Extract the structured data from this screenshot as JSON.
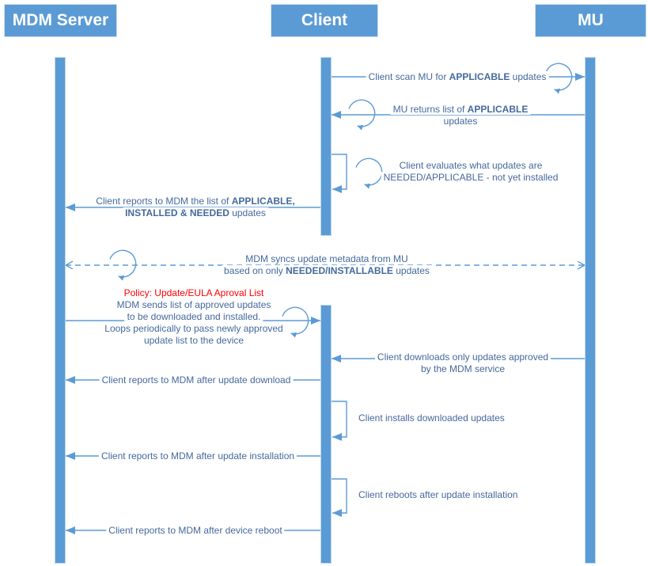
{
  "actors": [
    {
      "id": "mdm",
      "label": "MDM Server"
    },
    {
      "id": "client",
      "label": "Client"
    },
    {
      "id": "mu",
      "label": "MU"
    }
  ],
  "colors": {
    "primary": "#5B9BD5",
    "bar_border": "#BDD7EE",
    "text": "#44699C",
    "policy_red": "#FF0000",
    "background": "#FFFFFF"
  },
  "messages": [
    {
      "id": "scan",
      "from": "client",
      "to": "mu",
      "style": "solid",
      "loop_icon": true,
      "lines": [
        [
          {
            "t": "Client scan MU for "
          },
          {
            "t": "APPLICABLE",
            "b": true
          },
          {
            "t": " updates"
          }
        ]
      ]
    },
    {
      "id": "return-applicable",
      "from": "mu",
      "to": "client",
      "style": "solid",
      "loop_icon": true,
      "lines": [
        [
          {
            "t": "MU returns list of "
          },
          {
            "t": "APPLICABLE",
            "b": true
          }
        ],
        [
          {
            "t": "updates"
          }
        ]
      ]
    },
    {
      "id": "evaluate",
      "from": "client",
      "to": "client",
      "style": "self",
      "loop_icon": true,
      "lines": [
        [
          {
            "t": "Client evaluates what updates are"
          }
        ],
        [
          {
            "t": "NEEDED/APPLICABLE - not yet installed"
          }
        ]
      ]
    },
    {
      "id": "report-list",
      "from": "client",
      "to": "mdm",
      "style": "solid",
      "loop_icon": false,
      "lines": [
        [
          {
            "t": "Client reports to MDM the list of "
          },
          {
            "t": "APPLICABLE,",
            "b": true
          }
        ],
        [
          {
            "t": "INSTALLED & NEEDED",
            "b": true
          },
          {
            "t": " updates"
          }
        ]
      ]
    },
    {
      "id": "sync",
      "from": "mdm",
      "to": "mu",
      "style": "dashed-bidirectional",
      "loop_icon": true,
      "lines": [
        [
          {
            "t": "MDM syncs update metadata from MU"
          }
        ],
        [
          {
            "t": "based on only "
          },
          {
            "t": "NEEDED/INSTALLABLE",
            "b": true
          },
          {
            "t": " updates"
          }
        ]
      ]
    },
    {
      "id": "policy",
      "from": "mdm",
      "to": "client",
      "style": "solid",
      "loop_icon": true,
      "heading": "Policy: Update/EULA Aproval List",
      "lines": [
        [
          {
            "t": "MDM sends list of approved updates"
          }
        ],
        [
          {
            "t": "to be downloaded and installed."
          }
        ],
        [
          {
            "t": "Loops periodically to pass newly approved"
          }
        ],
        [
          {
            "t": "update list to the device"
          }
        ]
      ]
    },
    {
      "id": "download",
      "from": "mu",
      "to": "client",
      "style": "solid",
      "loop_icon": false,
      "lines": [
        [
          {
            "t": "Client downloads only updates approved"
          }
        ],
        [
          {
            "t": "by the MDM service"
          }
        ]
      ]
    },
    {
      "id": "report-download",
      "from": "client",
      "to": "mdm",
      "style": "solid",
      "loop_icon": false,
      "lines": [
        [
          {
            "t": "Client reports to MDM after update download"
          }
        ]
      ]
    },
    {
      "id": "install",
      "from": "client",
      "to": "client",
      "style": "self",
      "loop_icon": false,
      "lines": [
        [
          {
            "t": "Client installs downloaded updates"
          }
        ]
      ]
    },
    {
      "id": "report-install",
      "from": "client",
      "to": "mdm",
      "style": "solid",
      "loop_icon": false,
      "lines": [
        [
          {
            "t": "Client reports to MDM after update installation"
          }
        ]
      ]
    },
    {
      "id": "reboot",
      "from": "client",
      "to": "client",
      "style": "self",
      "loop_icon": false,
      "lines": [
        [
          {
            "t": "Client reboots after update installation"
          }
        ]
      ]
    },
    {
      "id": "report-reboot",
      "from": "client",
      "to": "mdm",
      "style": "solid",
      "loop_icon": false,
      "lines": [
        [
          {
            "t": "Client reports to MDM after device reboot"
          }
        ]
      ]
    }
  ]
}
